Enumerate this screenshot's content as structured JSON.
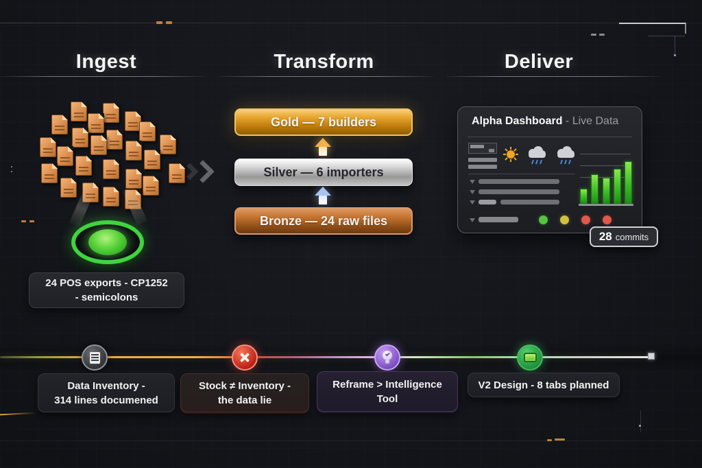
{
  "sections": {
    "ingest": {
      "title": "Ingest",
      "document_count": 24,
      "caption_line1": "24 POS exports - CP1252",
      "caption_line2": "- semicolons",
      "funnel_color": "#3fd43f",
      "document_color": "#dd9152"
    },
    "transform": {
      "title": "Transform",
      "tiers": [
        {
          "name": "gold",
          "label": "Gold — 7 builders",
          "color": "#d89a1e",
          "text_color": "#ffffff"
        },
        {
          "name": "silver",
          "label": "Silver — 6 importers",
          "color": "#bfbfbf",
          "text_color": "#26262a"
        },
        {
          "name": "bronze",
          "label": "Bronze — 24 raw files",
          "color": "#a05a22",
          "text_color": "#ffffff"
        }
      ],
      "arrow_colors": {
        "bronze_to_silver": "#a9c3f0",
        "silver_to_gold": "#f2b049"
      }
    },
    "deliver": {
      "title": "Deliver",
      "dashboard_title": "Alpha Dashboard",
      "dashboard_subtitle": "- Live Data",
      "weather_icons": [
        "sun-icon",
        "rain-cloud-icon",
        "rain-cloud-icon"
      ],
      "status_dot_colors": [
        "#56c23d",
        "#cfc13f",
        "#e2584a",
        "#e2584a"
      ],
      "commits_badge": {
        "count": "28",
        "unit": "commits"
      }
    }
  },
  "chart_data": {
    "type": "bar",
    "context": "mini bar chart inside Alpha Dashboard card; no axis or tick labels visible",
    "values": [
      22,
      42,
      37,
      50,
      61
    ],
    "value_note": "relative bar heights (unlabeled axis)",
    "bar_color": "#3dbb26",
    "gridlines": 3,
    "title": "",
    "xlabel": "",
    "ylabel": ""
  },
  "timeline": {
    "milestones": [
      {
        "icon": "document-icon",
        "accent": "#92949a",
        "line1": "Data Inventory -",
        "line2": "314 lines documened"
      },
      {
        "icon": "error-x-icon",
        "accent": "#d22f1d",
        "line1": "Stock ≠ Inventory -",
        "line2": "the data lie"
      },
      {
        "icon": "lightbulb-icon",
        "accent": "#9263d6",
        "line1": "Reframe > Intelligence",
        "line2": "Tool"
      },
      {
        "icon": "window-icon",
        "accent": "#2fae4e",
        "line1": "V2 Design - 8 tabs planned",
        "line2": ""
      }
    ]
  }
}
